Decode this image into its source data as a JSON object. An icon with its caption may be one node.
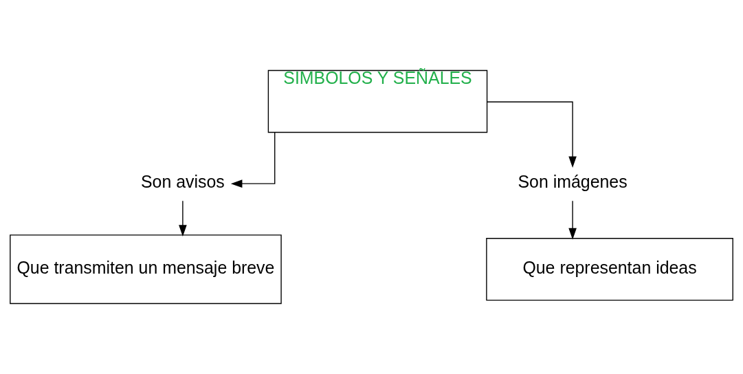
{
  "diagram": {
    "nodes": [
      {
        "text": [
          "SIMBOLOS Y SEÑALES"
        ]
      },
      {
        "text": [
          "Son avisos"
        ]
      },
      {
        "text": [
          "Son imágenes"
        ]
      },
      {
        "text": [
          "Que transmiten un mensaje breve"
        ]
      },
      {
        "text": [
          "Que representan ideas"
        ]
      }
    ],
    "edges": [
      {
        "from": 0,
        "to": 1,
        "arrow": "to"
      },
      {
        "from": 0,
        "to": 2,
        "arrow": "to"
      },
      {
        "from": 1,
        "to": 3,
        "arrow": "to"
      },
      {
        "from": 2,
        "to": 4,
        "arrow": "to"
      }
    ]
  }
}
